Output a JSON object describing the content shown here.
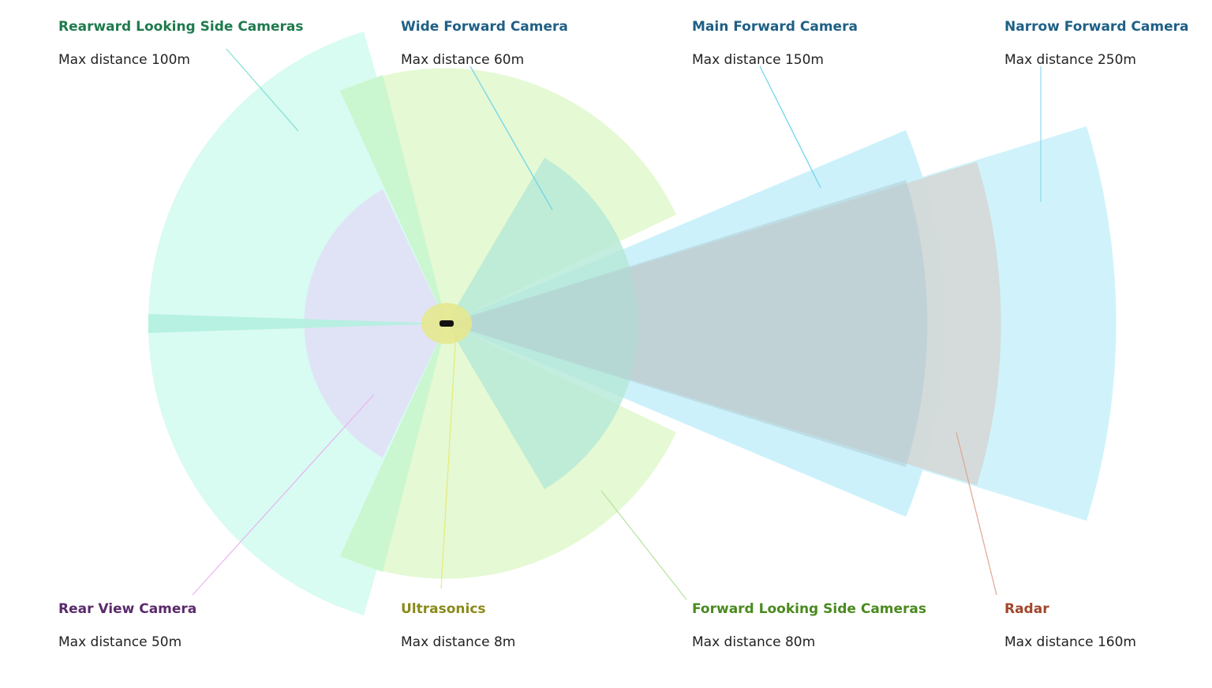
{
  "sensors": [
    {
      "id": "rearward-side",
      "title": "Rearward Looking Side Cameras",
      "distance": "Max distance 100m",
      "title_color": "#1f7a4d",
      "fill": "#c9f7e9",
      "line": "#7de0d3"
    },
    {
      "id": "wide-forward",
      "title": "Wide Forward Camera",
      "distance": "Max distance 60m",
      "title_color": "#1f5f86",
      "fill": "#dcf6c8",
      "line": "#6ad3ee"
    },
    {
      "id": "main-forward",
      "title": "Main Forward Camera",
      "distance": "Max distance 150m",
      "title_color": "#1f5f86",
      "fill": "#bfeefa",
      "line": "#6ad3ee"
    },
    {
      "id": "narrow-forward",
      "title": "Narrow Forward Camera",
      "distance": "Max distance 250m",
      "title_color": "#1f5f86",
      "fill": "#c2effb",
      "line": "#8fd8ef"
    },
    {
      "id": "rear-view",
      "title": "Rear View Camera",
      "distance": "Max distance 50m",
      "title_color": "#5a2a6b",
      "fill": "#e2dcf7",
      "line": "#e8b4ef"
    },
    {
      "id": "ultrasonics",
      "title": "Ultrasonics",
      "distance": "Max distance 8m",
      "title_color": "#8a8a1a",
      "fill": "#e8e89a",
      "line": "#e6ea7a"
    },
    {
      "id": "forward-side",
      "title": "Forward Looking Side Cameras",
      "distance": "Max distance 80m",
      "title_color": "#4a8a1f",
      "fill": "#dcf6c8",
      "line": "#b5e39a"
    },
    {
      "id": "radar",
      "title": "Radar",
      "distance": "Max distance 160m",
      "title_color": "#a0462a",
      "fill": "#d9d4cf",
      "line": "#e0a690"
    }
  ]
}
